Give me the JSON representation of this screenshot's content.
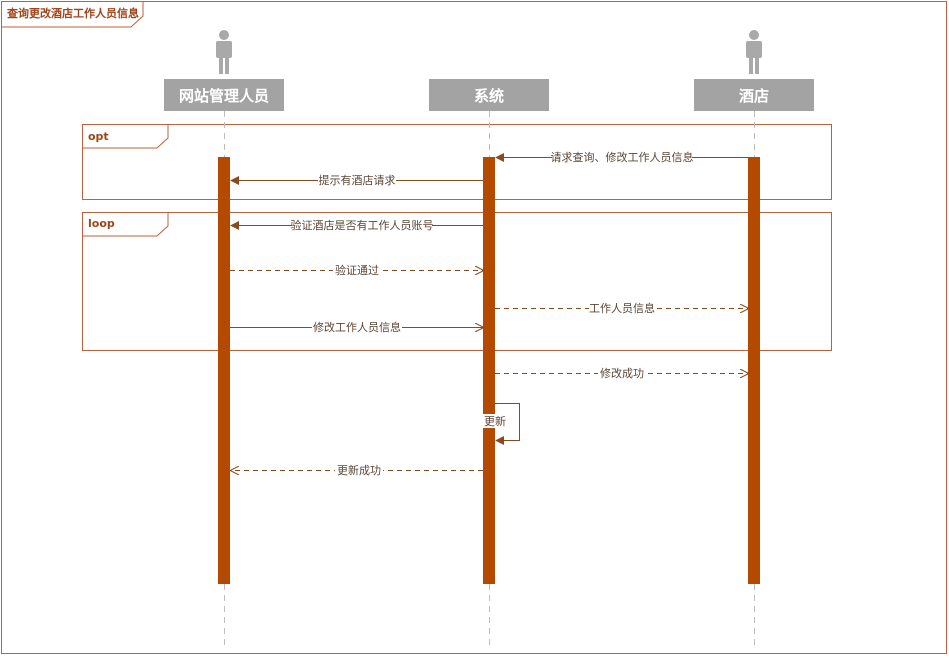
{
  "diagram": {
    "title": "查询更改酒店工作人员信息",
    "colors": {
      "frame": "#c0603a",
      "activation": "#b34a00",
      "message": "#8a4a1d",
      "actor_header": "#a3a3a3",
      "actor_icon": "#a9a9a9",
      "lifeline": "#bdbdbd"
    },
    "participants": [
      {
        "id": "admin",
        "name": "网站管理人员",
        "icon": "person-icon"
      },
      {
        "id": "system",
        "name": "系统",
        "icon": ""
      },
      {
        "id": "hotel",
        "name": "酒店",
        "icon": "person-icon"
      }
    ],
    "fragments": [
      {
        "type": "opt",
        "label": "opt"
      },
      {
        "type": "loop",
        "label": "loop"
      }
    ],
    "messages": [
      {
        "from": "hotel",
        "to": "system",
        "label": "请求查询、修改工作人员信息",
        "style": "sync"
      },
      {
        "from": "system",
        "to": "admin",
        "label": "提示有酒店请求",
        "style": "sync"
      },
      {
        "from": "system",
        "to": "admin",
        "label": "验证酒店是否有工作人员账号",
        "style": "sync"
      },
      {
        "from": "admin",
        "to": "system",
        "label": "验证通过",
        "style": "return"
      },
      {
        "from": "system",
        "to": "hotel",
        "label": "工作人员信息",
        "style": "return"
      },
      {
        "from": "admin",
        "to": "system",
        "label": "修改工作人员信息",
        "style": "async"
      },
      {
        "from": "system",
        "to": "hotel",
        "label": "修改成功",
        "style": "return"
      },
      {
        "from": "system",
        "to": "system",
        "label": "更新",
        "style": "self"
      },
      {
        "from": "system",
        "to": "admin",
        "label": "更新成功",
        "style": "return"
      }
    ]
  }
}
